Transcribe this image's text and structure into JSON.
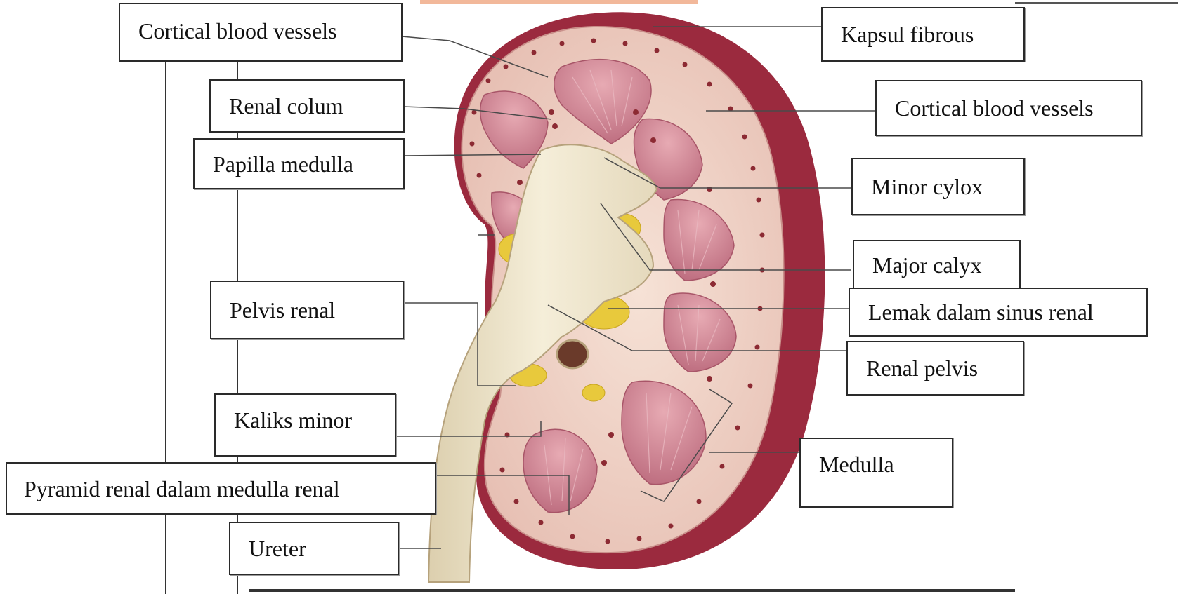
{
  "labels": {
    "cortical_vessels_left": "Cortical blood vessels",
    "renal_column": "Renal colum",
    "papilla_medulla": "Papilla medulla",
    "pelvis_renal": "Pelvis renal",
    "kaliks_minor": "Kaliks minor",
    "pyramid_renal": "Pyramid renal dalam medulla renal",
    "ureter": "Ureter",
    "kapsul_fibrous": "Kapsul fibrous",
    "cortical_vessels_right": "Cortical blood vessels",
    "minor_calyx": "Minor cylox",
    "major_calyx": "Major calyx",
    "lemak_sinus": "Lemak dalam sinus renal",
    "renal_pelvis": "Renal pelvis",
    "medulla": "Medulla"
  },
  "colors": {
    "capsule": "#9b2a3e",
    "cortex": "#efd3c8",
    "medulla_pyramid": "#c97f8f",
    "pelvis": "#efe6cc",
    "fat": "#e8c93c",
    "vessels": "#8c2a33",
    "leader_line": "#4a4a4a"
  }
}
